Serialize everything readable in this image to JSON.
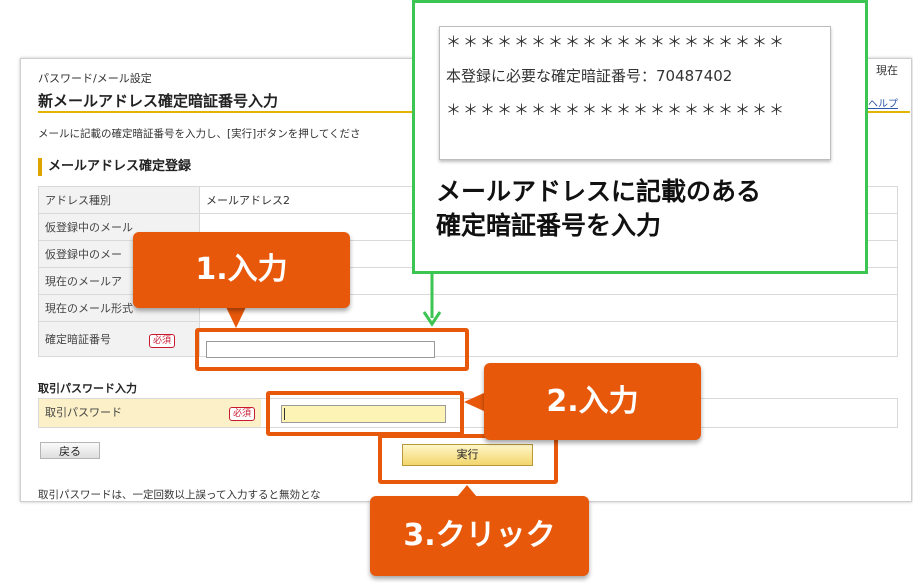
{
  "screen": {
    "breadcrumb": "パスワード/メール設定",
    "page_title": "新メールアドレス確定暗証番号入力",
    "top_right_now": "現在",
    "top_right_help": "ヘルプ",
    "instruction": "メールに記載の確定暗証番号を入力し、[実行]ボタンを押してくださ",
    "section_title": "メールアドレス確定登録",
    "rows": [
      {
        "label": "アドレス種別",
        "value": "メールアドレス2"
      },
      {
        "label": "仮登録中のメール",
        "value": ""
      },
      {
        "label": "仮登録中のメー",
        "value": ""
      },
      {
        "label": "現在のメールア",
        "value": ""
      },
      {
        "label": "現在のメール形式",
        "value": ""
      }
    ],
    "code_label": "確定暗証番号",
    "required_badge": "必須",
    "code_input_value": "",
    "sub_title": "取引パスワード入力",
    "password_label": "取引パスワード",
    "password_value": "",
    "back_button": "戻る",
    "execute_button": "実行",
    "footer_note": "取引パスワードは、一定回数以上誤って入力すると無効とな"
  },
  "annotations": {
    "step1": "1.入力",
    "step2": "2.入力",
    "step3": "3.クリック",
    "email_stars": "＊＊＊＊＊＊＊＊＊＊＊＊＊＊＊＊＊＊＊＊",
    "email_code_line": "本登録に必要な確定暗証番号：70487402",
    "green_text_line1": "メールアドレスに記載のある",
    "green_text_line2": "確定暗証番号を入力"
  },
  "colors": {
    "callout": "#e8580a",
    "green_frame": "#3cc552",
    "title_rule": "#e0b400",
    "required_red": "#c8192f"
  }
}
